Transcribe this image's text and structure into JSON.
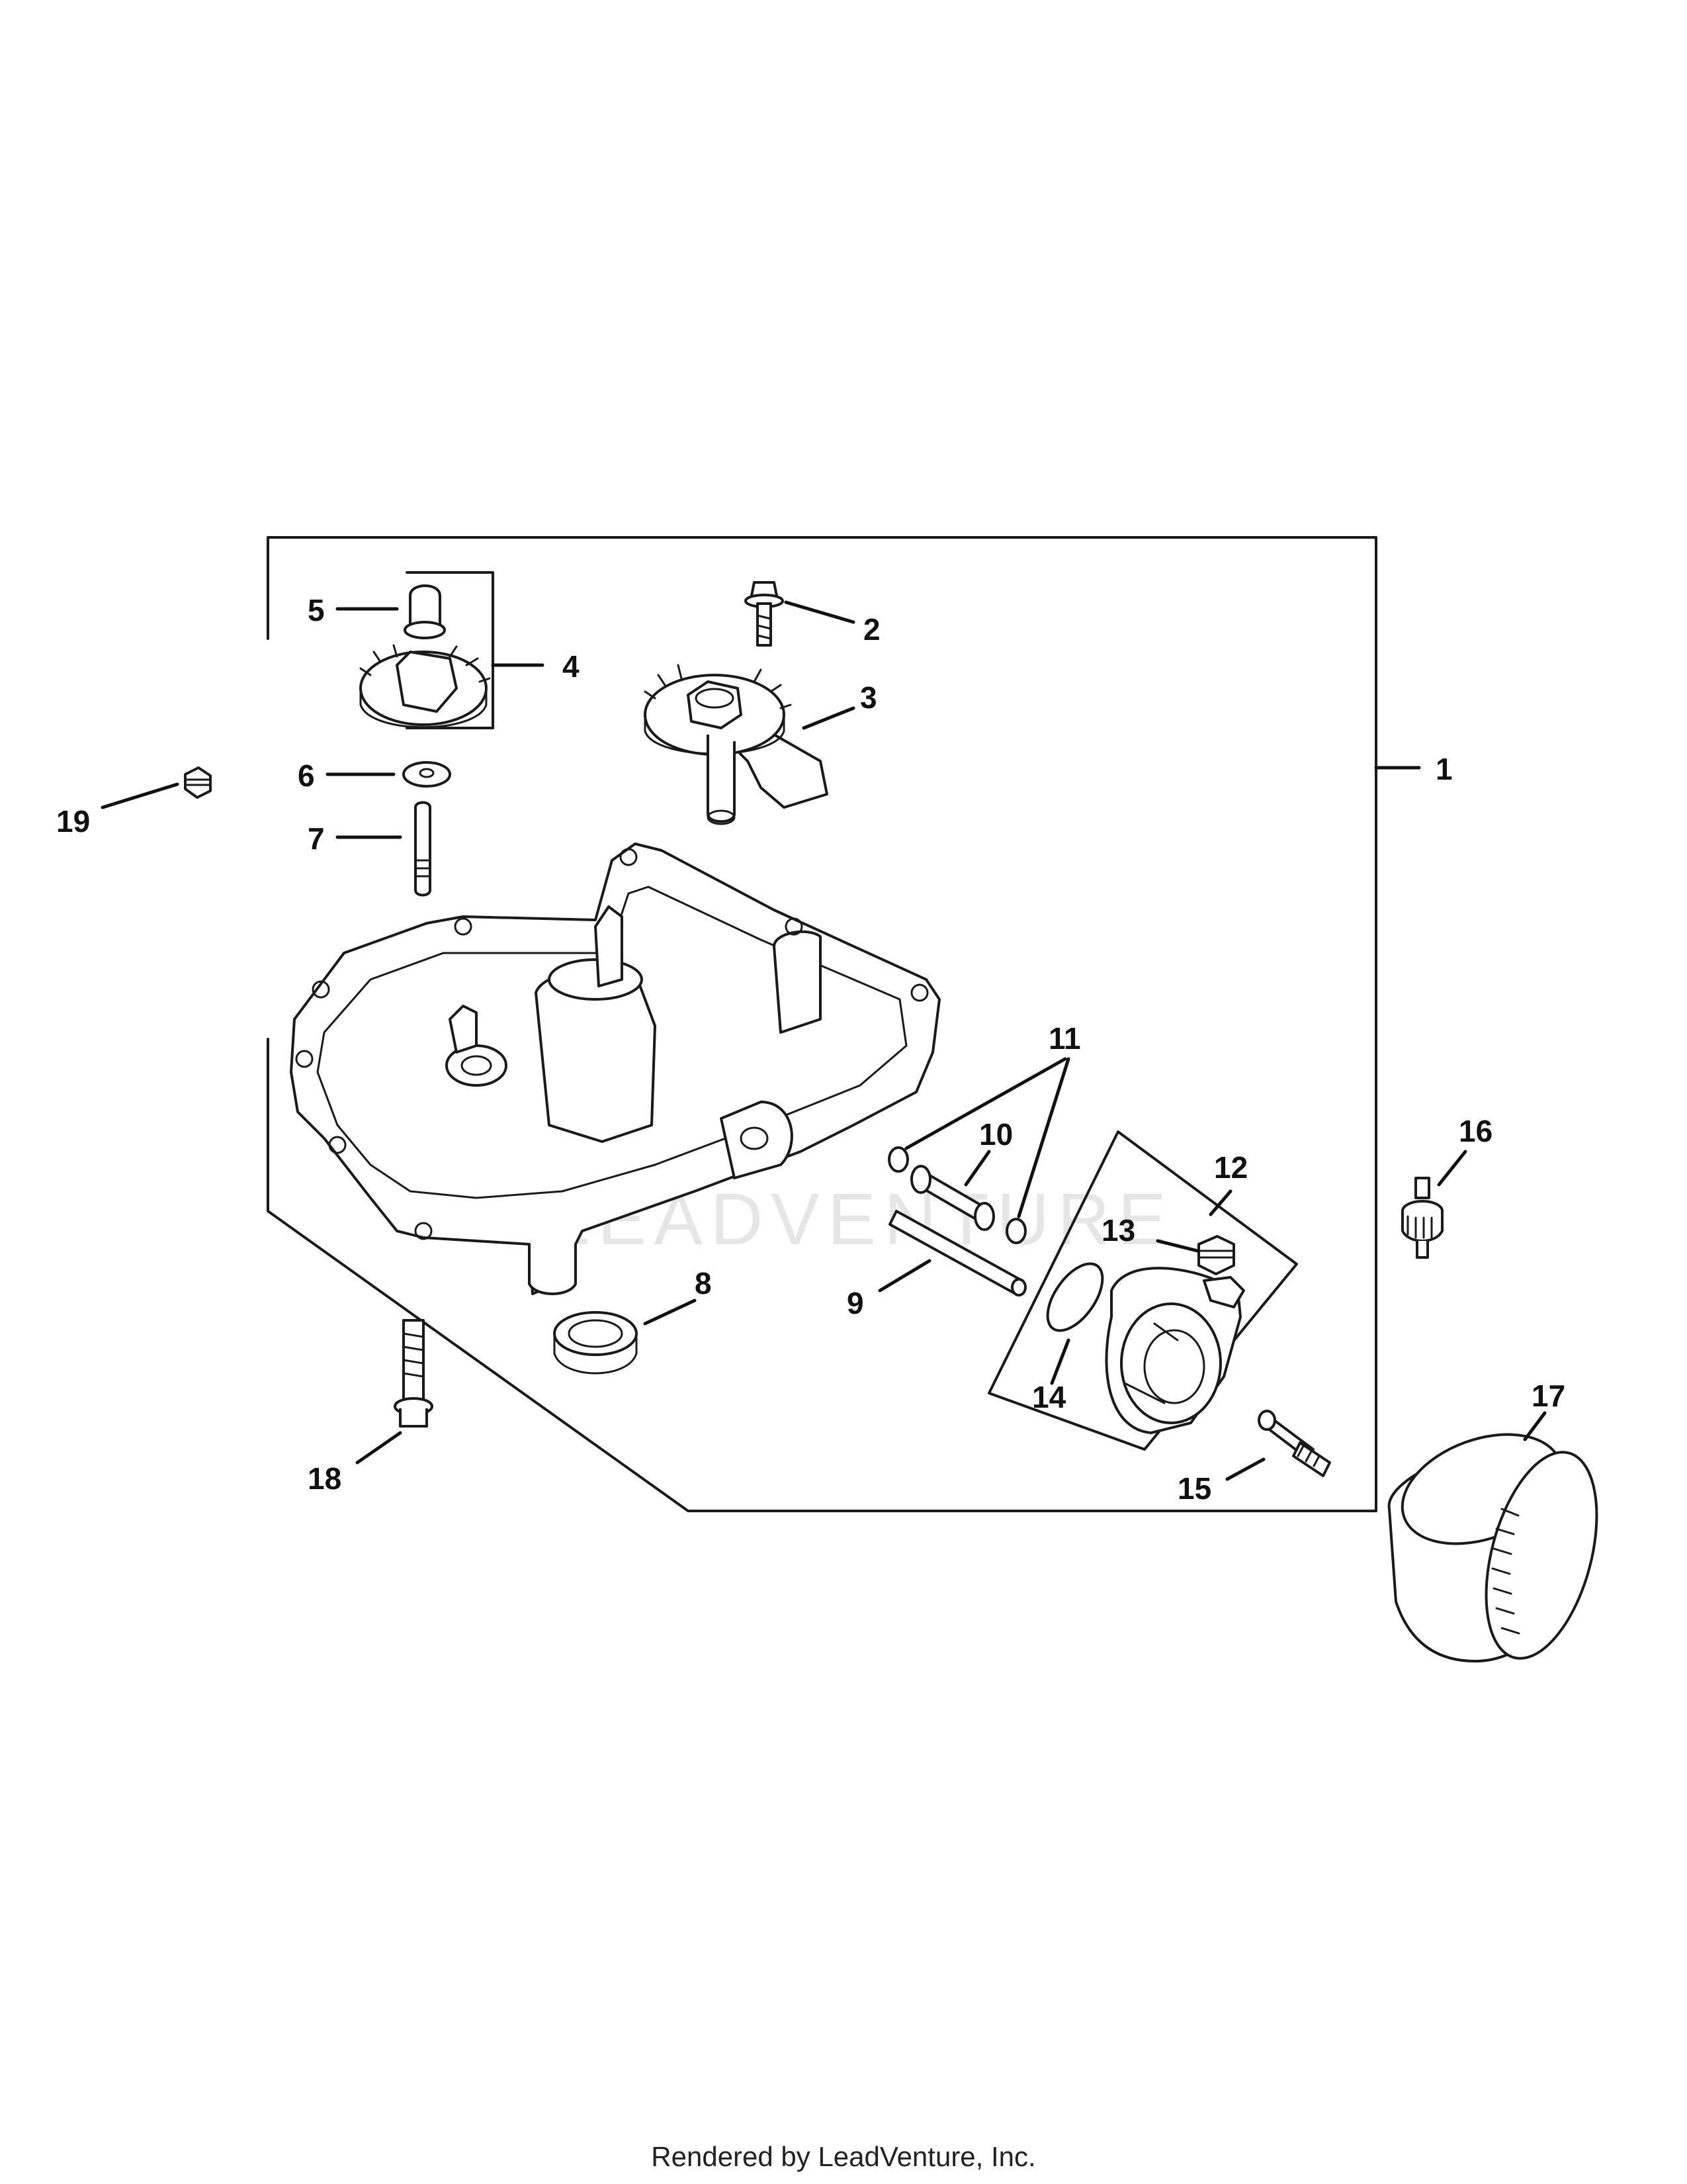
{
  "diagram": {
    "watermark": "LEADVENTURE",
    "callouts": [
      "1",
      "2",
      "3",
      "4",
      "5",
      "6",
      "7",
      "8",
      "9",
      "10",
      "11",
      "12",
      "13",
      "14",
      "15",
      "16",
      "17",
      "18",
      "19"
    ]
  },
  "footer": {
    "text": "Rendered by LeadVenture, Inc."
  },
  "colors": {
    "line": "#1a1a1a",
    "background": "#ffffff",
    "watermark": "#e6e6e6"
  }
}
